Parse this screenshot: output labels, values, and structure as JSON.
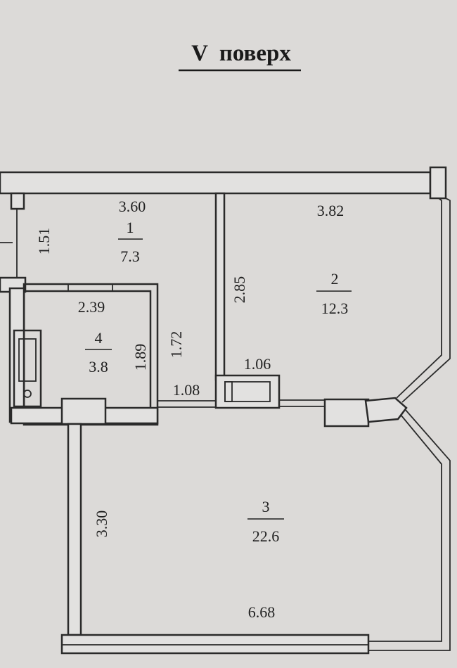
{
  "floor_title": "V  поверх",
  "rooms": [
    {
      "number": "1",
      "area": "7.3"
    },
    {
      "number": "2",
      "area": "12.3"
    },
    {
      "number": "3",
      "area": "22.6"
    },
    {
      "number": "4",
      "area": "3.8"
    }
  ],
  "dimensions": {
    "room1_width": "3.60",
    "room1_small": "1.51",
    "room2_width": "3.82",
    "room2_depth": "2.85",
    "room4_width": "2.39",
    "room4_depth": "1.89",
    "hall_wall": "1.72",
    "door_width": "1.08",
    "window_width": "1.06",
    "room3_depth": "3.30",
    "room3_width": "6.68"
  }
}
